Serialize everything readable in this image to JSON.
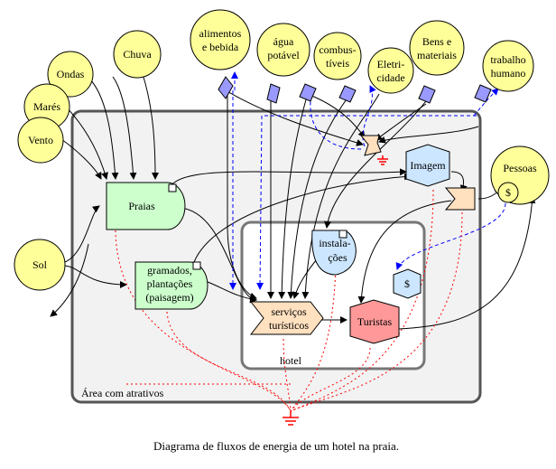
{
  "sources": {
    "chuva": "Chuva",
    "ondas": "Ondas",
    "mares": "Marés",
    "vento": "Vento",
    "sol": "Sol",
    "alimentos": [
      "alimentos",
      "e bebida"
    ],
    "agua": [
      "água",
      "potável"
    ],
    "combustiveis": [
      "combus-",
      "tíveis"
    ],
    "eletricidade": [
      "Eletri-",
      "cidade"
    ],
    "bens": [
      "Bens e",
      "materiais"
    ],
    "trabalho": [
      "trabalho",
      "humano"
    ],
    "pessoas": "Pessoas"
  },
  "components": {
    "praias": "Praias",
    "gramados": [
      "gramados,",
      "plantações",
      "(paisagem)"
    ],
    "imagem": "Imagem",
    "instalacoes": [
      "instala-",
      "ções"
    ],
    "dollar_inner": "$",
    "dollar_pessoas": "$",
    "servicos": [
      "serviços",
      "turísticos"
    ],
    "turistas": "Turistas"
  },
  "regions": {
    "area_label": "Área com atrativos",
    "hotel_label": "hotel"
  },
  "caption": "Diagrama de fluxos de energia de um hotel na praia.",
  "colors": {
    "source_fill": "#ffff99",
    "producer_fill": "#ccffcc",
    "consumer_fill": "#cce6ff",
    "turistas_fill": "#ff9999",
    "exchange_fill": "#ffe0bf",
    "import_fill": "#9999ff",
    "area_fill": "#f2f2f2",
    "money_flow": "#0000ff",
    "heat_flow": "#ff0000"
  }
}
